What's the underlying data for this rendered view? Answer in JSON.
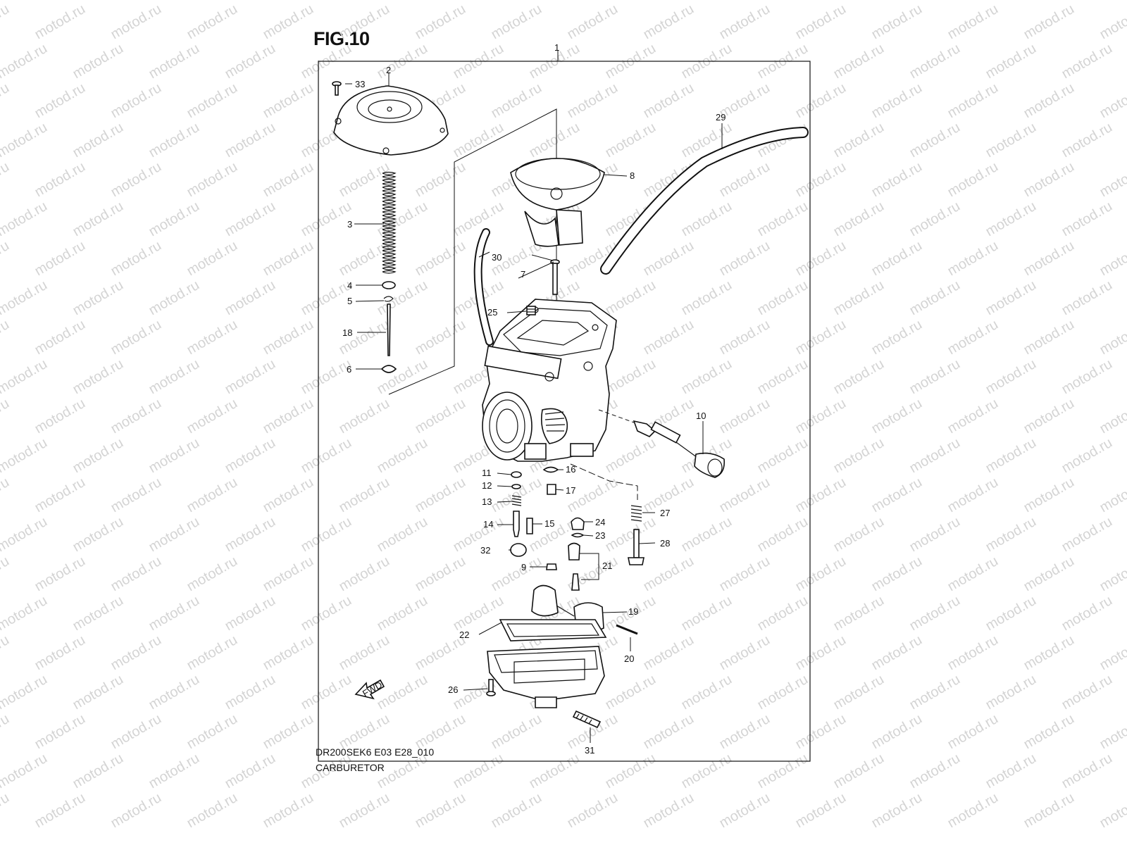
{
  "figure": {
    "title": "FIG.10",
    "model_code": "DR200SEK6 E03 E28_010",
    "section_name": "CARBURETOR",
    "watermark": "motod.ru"
  },
  "callouts": [
    {
      "id": "c1",
      "num": "1"
    },
    {
      "id": "c2",
      "num": "2"
    },
    {
      "id": "c3",
      "num": "3"
    },
    {
      "id": "c4",
      "num": "4"
    },
    {
      "id": "c5",
      "num": "5"
    },
    {
      "id": "c6",
      "num": "6"
    },
    {
      "id": "c7",
      "num": "7"
    },
    {
      "id": "c8",
      "num": "8"
    },
    {
      "id": "c9",
      "num": "9"
    },
    {
      "id": "c10",
      "num": "10"
    },
    {
      "id": "c11",
      "num": "11"
    },
    {
      "id": "c12",
      "num": "12"
    },
    {
      "id": "c13",
      "num": "13"
    },
    {
      "id": "c14",
      "num": "14"
    },
    {
      "id": "c15",
      "num": "15"
    },
    {
      "id": "c16",
      "num": "16"
    },
    {
      "id": "c17",
      "num": "17"
    },
    {
      "id": "c18",
      "num": "18"
    },
    {
      "id": "c19",
      "num": "19"
    },
    {
      "id": "c20",
      "num": "20"
    },
    {
      "id": "c21",
      "num": "21"
    },
    {
      "id": "c22",
      "num": "22"
    },
    {
      "id": "c23",
      "num": "23"
    },
    {
      "id": "c24",
      "num": "24"
    },
    {
      "id": "c25",
      "num": "25"
    },
    {
      "id": "c26",
      "num": "26"
    },
    {
      "id": "c27",
      "num": "27"
    },
    {
      "id": "c28",
      "num": "28"
    },
    {
      "id": "c29",
      "num": "29"
    },
    {
      "id": "c30",
      "num": "30"
    },
    {
      "id": "c31",
      "num": "31"
    },
    {
      "id": "c32",
      "num": "32"
    },
    {
      "id": "c33",
      "num": "33"
    }
  ],
  "fwd_arrow": {
    "label": "FWD"
  }
}
